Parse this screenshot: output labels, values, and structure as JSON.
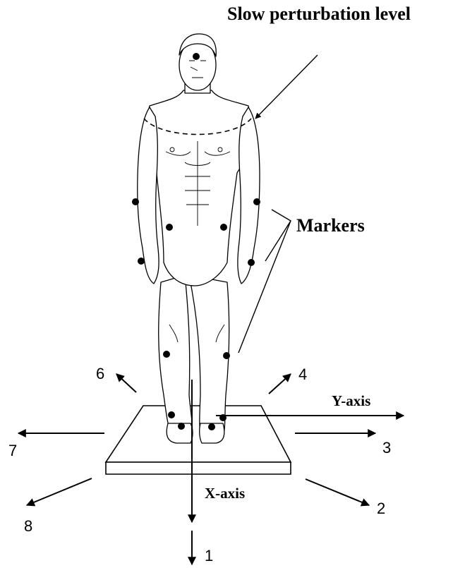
{
  "labels": {
    "perturbation": "Slow perturbation level",
    "markers": "Markers",
    "y_axis": "Y-axis",
    "x_axis": "X-axis"
  },
  "directions": [
    "1",
    "2",
    "3",
    "4",
    "6",
    "7",
    "8"
  ],
  "colors": {
    "ink": "#000000",
    "background": "#ffffff"
  }
}
